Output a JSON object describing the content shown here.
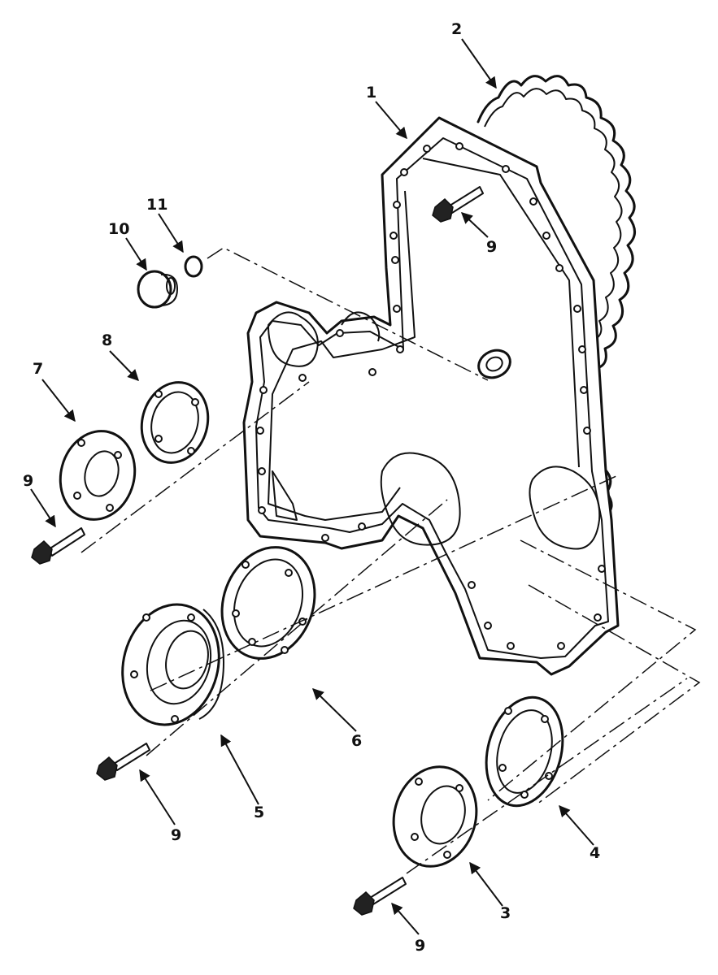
{
  "callouts": [
    {
      "id": "c1",
      "label": "1"
    },
    {
      "id": "c2",
      "label": "2"
    },
    {
      "id": "c3",
      "label": "3"
    },
    {
      "id": "c4",
      "label": "4"
    },
    {
      "id": "c5",
      "label": "5"
    },
    {
      "id": "c6",
      "label": "6"
    },
    {
      "id": "c7",
      "label": "7"
    },
    {
      "id": "c8",
      "label": "8"
    },
    {
      "id": "c9a",
      "label": "9"
    },
    {
      "id": "c9b",
      "label": "9"
    },
    {
      "id": "c9c",
      "label": "9"
    },
    {
      "id": "c9d",
      "label": "9"
    },
    {
      "id": "c10",
      "label": "10"
    },
    {
      "id": "c11",
      "label": "11"
    }
  ],
  "colors": {
    "ink": "#111111",
    "paper": "#ffffff"
  }
}
